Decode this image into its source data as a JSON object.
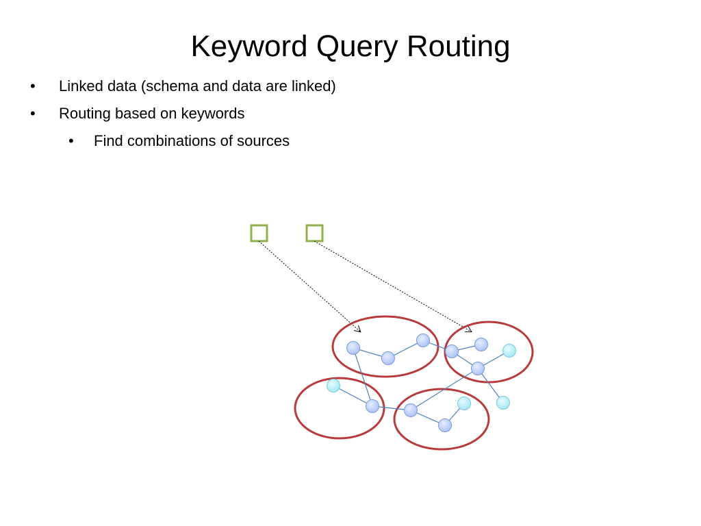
{
  "slide": {
    "title": "Keyword Query Routing",
    "bullets": [
      {
        "level": 1,
        "text": "Linked data (schema and data are linked)"
      },
      {
        "level": 1,
        "text": "Routing based on keywords"
      },
      {
        "level": 2,
        "text": "Find combinations of sources"
      }
    ],
    "bullet_char": "•"
  },
  "diagram": {
    "colors": {
      "keyword_box": "#8db04a",
      "source_ellipse": "#b83a3a",
      "node_blue": "#a9c0f5",
      "node_cyan": "#9fe6f3",
      "edge": "#4f7fbf",
      "arrow": "#000000"
    }
  }
}
